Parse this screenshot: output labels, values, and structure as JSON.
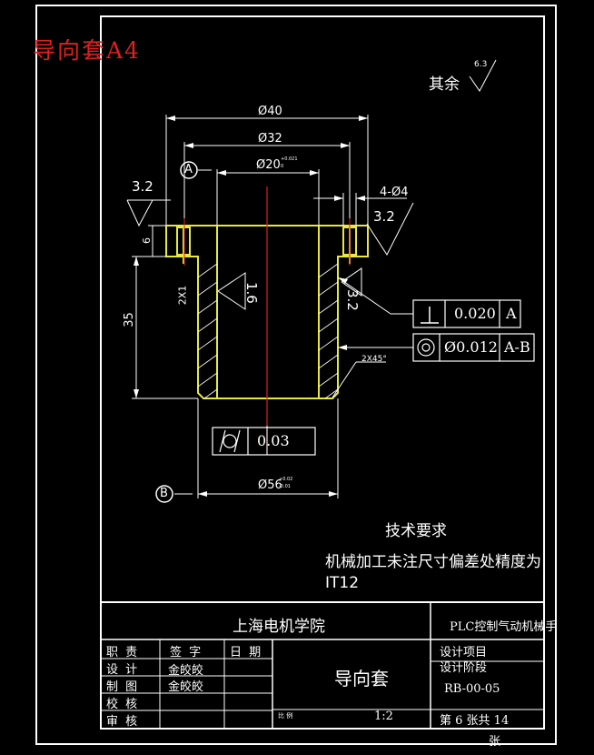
{
  "top_label": "导向套A4",
  "roughness": {
    "other_label": "其余",
    "other_value": "6.3",
    "left_face": "3.2",
    "right_face": "3.2",
    "right_side": "3.2",
    "bore": "1.6"
  },
  "dimensions": {
    "d40": "Ø40",
    "d32": "Ø32",
    "d20": "Ø20",
    "d20_tol_upper": "+0.021",
    "d20_tol_lower": "0",
    "d56": "Ø56",
    "d56_tol_upper": "+0.02",
    "d56_tol_lower": "-0.01",
    "holes": "4-Ø4",
    "flange_h": "6",
    "height": "35",
    "chamfer_left": "2X1",
    "chamfer_right": "2X45°"
  },
  "datums": {
    "a": "A",
    "b": "B"
  },
  "tolerances": [
    {
      "symbol": "perpendicularity-icon",
      "value": "0.020",
      "datum": "A"
    },
    {
      "symbol": "concentricity-icon",
      "value": "Ø0.012",
      "datum": "A-B"
    }
  ],
  "cylindricity": {
    "value": "0.03"
  },
  "tech": {
    "title": "技术要求",
    "line1": "机械加工未注尺寸偏差处精度为",
    "line2": "IT12"
  },
  "title_block": {
    "school": "上海电机学院",
    "project": "PLC控制气动机械手",
    "part_name": "导向套",
    "roles": [
      "职 责",
      "设 计",
      "制 图",
      "校 核",
      "审 核"
    ],
    "sign_header": "签 字",
    "date_header": "日 期",
    "designer": "金皎皎",
    "drafter": "金皎皎",
    "design_item": "设计项目",
    "design_stage": "设计阶段",
    "drawing_no": "RB-00-05",
    "material_label": "比 例",
    "scale": "1:2",
    "sheet": "第 6 张共 14",
    "sheet_unit": "张"
  }
}
